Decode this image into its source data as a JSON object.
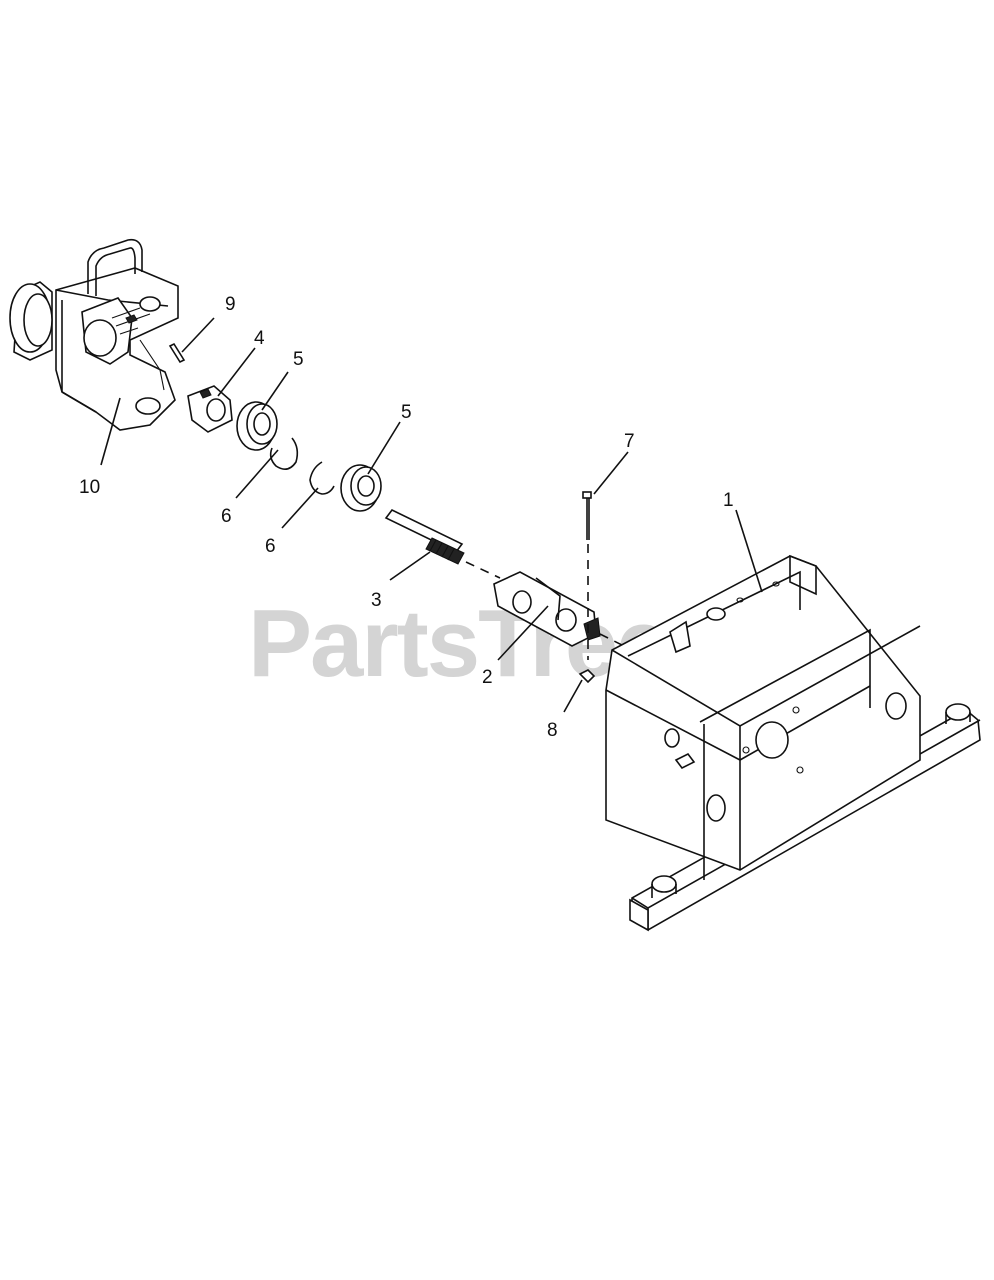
{
  "watermark": "PartsTree",
  "callouts": {
    "c1": "1",
    "c2": "2",
    "c3": "3",
    "c4": "4",
    "c5a": "5",
    "c5b": "5",
    "c6a": "6",
    "c6b": "6",
    "c7": "7",
    "c8": "8",
    "c9": "9",
    "c10": "10"
  }
}
